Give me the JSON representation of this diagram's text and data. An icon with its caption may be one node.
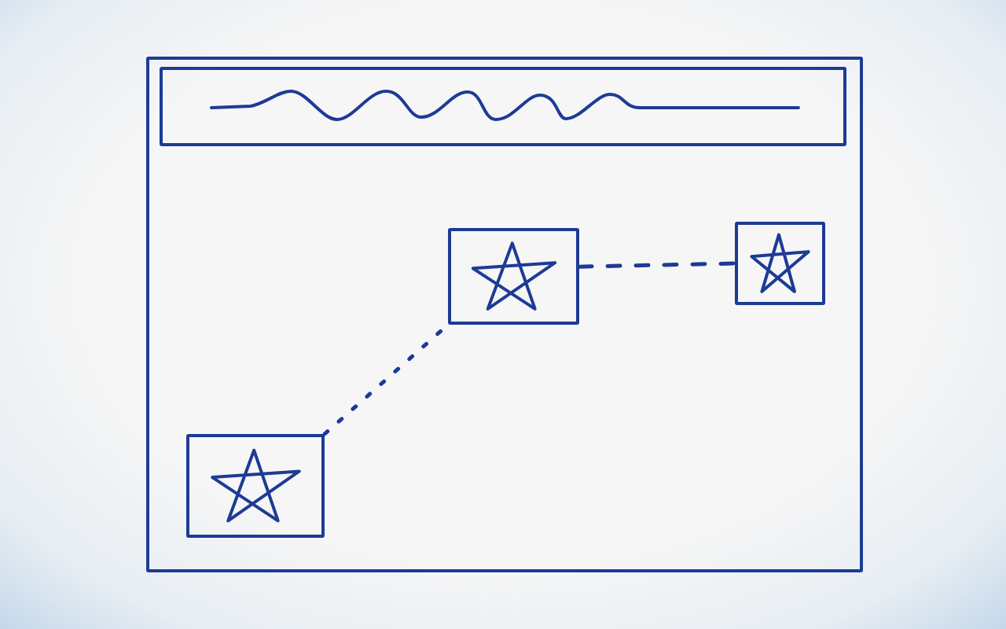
{
  "diagram": {
    "nodes": [
      {
        "text": [],
        "shape": "box"
      },
      {
        "text": [],
        "shape": "bar",
        "in": 0
      },
      {
        "text": [],
        "shape": "picture",
        "in": 0
      },
      {
        "text": [],
        "shape": "picture",
        "in": 0
      },
      {
        "text": [],
        "shape": "picture",
        "in": 0
      }
    ],
    "edges": [
      {
        "from": 2,
        "to": 3,
        "arrow": "none",
        "style": "dashed"
      },
      {
        "from": 3,
        "to": 4,
        "arrow": "none",
        "style": "dashed"
      }
    ]
  }
}
